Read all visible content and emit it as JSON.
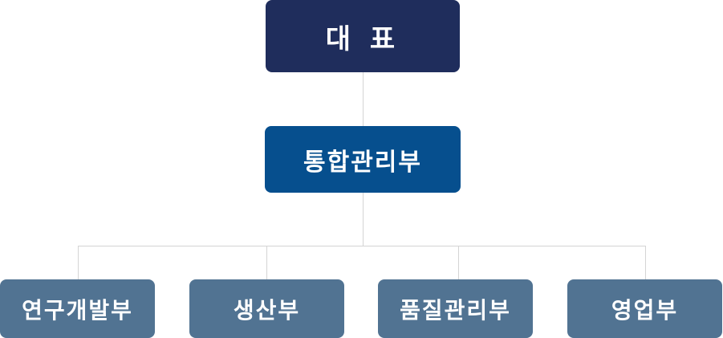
{
  "org_chart": {
    "ceo": {
      "label": "대 표",
      "color": "#1f2d5c"
    },
    "management": {
      "label": "통합관리부",
      "color": "#064f8e"
    },
    "departments": [
      {
        "label": "연구개발부",
        "color": "#517392"
      },
      {
        "label": "생산부",
        "color": "#517392"
      },
      {
        "label": "품질관리부",
        "color": "#517392"
      },
      {
        "label": "영업부",
        "color": "#517392"
      }
    ]
  }
}
